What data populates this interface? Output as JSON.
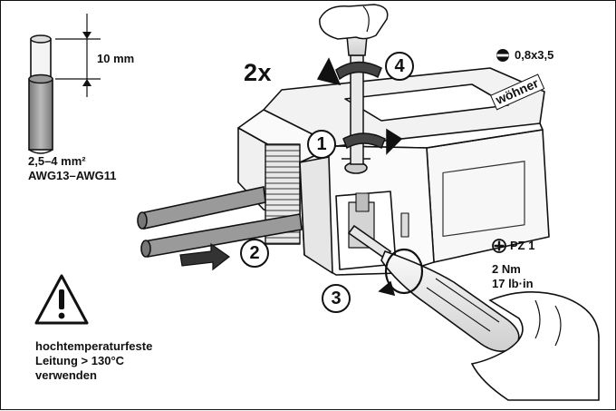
{
  "wire": {
    "strip_length": "10 mm",
    "cross_section": "2,5–4 mm²",
    "awg_range": "AWG13–AWG11"
  },
  "quantity": "2x",
  "slotted_screwdriver": "0,8x3,5",
  "pozidriv": {
    "size": "PZ 1",
    "torque_nm": "2 Nm",
    "torque_lbin": "17 lb·in"
  },
  "warning": {
    "line1": "hochtemperaturfeste",
    "line2": "Leitung  > 130°C",
    "line3": "verwenden"
  },
  "steps": [
    "1",
    "2",
    "3",
    "4"
  ],
  "brand_mark": "wöhner"
}
